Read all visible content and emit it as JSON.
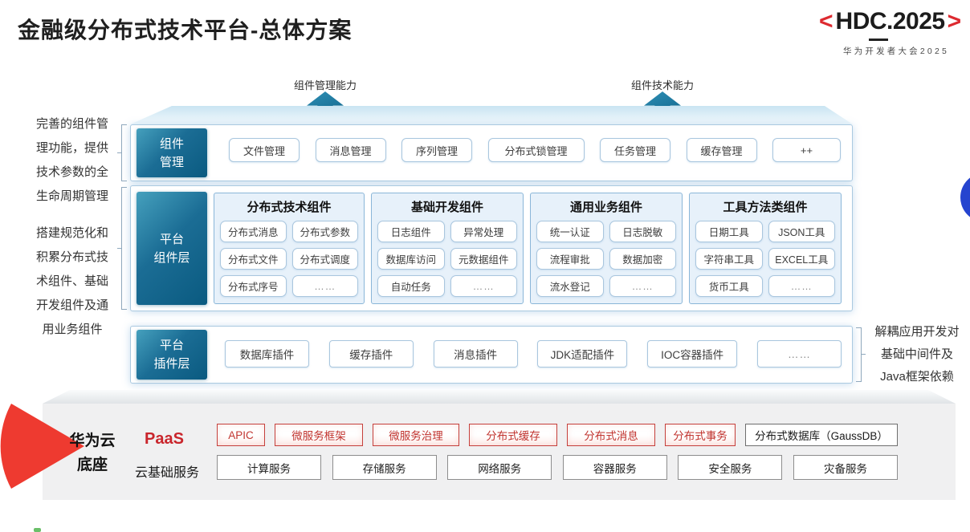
{
  "page": {
    "title": "金融级分布式技术平台-总体方案"
  },
  "logo": {
    "open_bracket": "<",
    "name": "HDC.2025",
    "close_bracket": ">",
    "subtitle": "华为开发者大会2025"
  },
  "capability_arrows": [
    {
      "label": "组件管理能力"
    },
    {
      "label": "组件技术能力"
    }
  ],
  "annotations": {
    "left_top": {
      "lines": [
        "完善的组件管",
        "理功能，提供",
        "技术参数的全",
        "生命周期管理"
      ]
    },
    "left_bottom": {
      "lines": [
        "搭建规范化和",
        "积累分布式技",
        "术组件、基础",
        "开发组件及通",
        "用业务组件"
      ]
    },
    "right": {
      "lines": [
        "解耦应用开发对",
        "基础中间件及",
        "Java框架依赖"
      ]
    }
  },
  "management_row": {
    "label_lines": [
      "组件",
      "管理"
    ],
    "items": [
      "文件管理",
      "消息管理",
      "序列管理",
      "分布式锁管理",
      "任务管理",
      "缓存管理",
      "++"
    ]
  },
  "component_row": {
    "label_lines": [
      "平台",
      "组件层"
    ],
    "groups": [
      {
        "title": "分布式技术组件",
        "items": [
          "分布式消息",
          "分布式参数",
          "分布式文件",
          "分布式调度",
          "分布式序号",
          "……"
        ]
      },
      {
        "title": "基础开发组件",
        "items": [
          "日志组件",
          "异常处理",
          "数据库访问",
          "元数据组件",
          "自动任务",
          "……"
        ]
      },
      {
        "title": "通用业务组件",
        "items": [
          "统一认证",
          "日志脱敏",
          "流程审批",
          "数据加密",
          "流水登记",
          "……"
        ]
      },
      {
        "title": "工具方法类组件",
        "items": [
          "日期工具",
          "JSON工具",
          "字符串工具",
          "EXCEL工具",
          "货币工具",
          "……"
        ]
      }
    ]
  },
  "plugin_row": {
    "label_lines": [
      "平台",
      "插件层"
    ],
    "items": [
      "数据库插件",
      "缓存插件",
      "消息插件",
      "JDK适配插件",
      "IOC容器插件",
      "……"
    ]
  },
  "cloud_base": {
    "label_lines": [
      "华为云",
      "底座"
    ],
    "paas": {
      "label": "PaaS",
      "red_items": [
        "APIC",
        "微服务框架",
        "微服务治理",
        "分布式缓存",
        "分布式消息",
        "分布式事务"
      ],
      "db_item": "分布式数据库（GaussDB）"
    },
    "cloud_services": {
      "label": "云基础服务",
      "items": [
        "计算服务",
        "存储服务",
        "网络服务",
        "容器服务",
        "安全服务",
        "灾备服务"
      ]
    }
  },
  "colors": {
    "teal_dark": "#0a5a80",
    "teal_light": "#45a0bd",
    "box_border": "#a9c6de",
    "group_border": "#8ab6d8",
    "logo_red": "#dd2a30",
    "paas_red": "#c9252c",
    "wedge_red": "#ee3a30",
    "circle_blue": "#2544cf"
  }
}
